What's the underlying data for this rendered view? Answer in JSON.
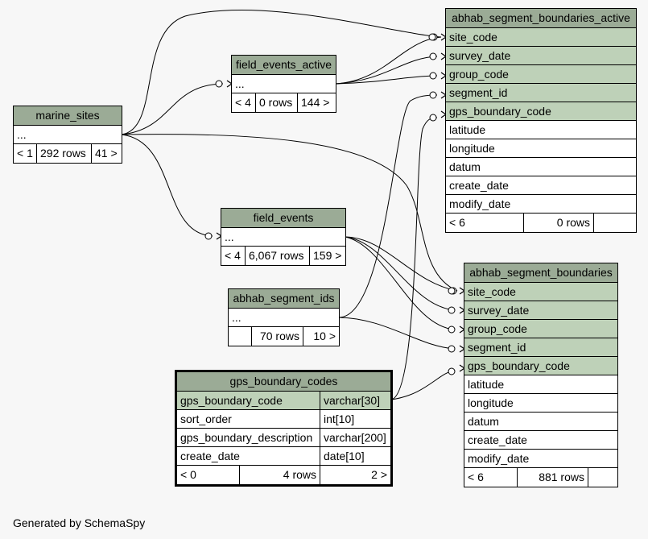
{
  "tables": {
    "marine_sites": {
      "name": "marine_sites",
      "columns": [
        "..."
      ],
      "footer": {
        "parents": "< 1",
        "rows": "292 rows",
        "children": "41 >"
      }
    },
    "field_events_active": {
      "name": "field_events_active",
      "columns": [
        "..."
      ],
      "footer": {
        "parents": "< 4",
        "rows": "0 rows",
        "children": "144 >"
      }
    },
    "field_events": {
      "name": "field_events",
      "columns": [
        "..."
      ],
      "footer": {
        "parents": "< 4",
        "rows": "6,067 rows",
        "children": "159 >"
      }
    },
    "abhab_segment_ids": {
      "name": "abhab_segment_ids",
      "columns": [
        "..."
      ],
      "footer": {
        "parents": "",
        "rows": "70 rows",
        "children": "10 >"
      }
    },
    "abhab_segment_boundaries_active": {
      "name": "abhab_segment_boundaries_active",
      "columns": [
        "site_code",
        "survey_date",
        "group_code",
        "segment_id",
        "gps_boundary_code",
        "latitude",
        "longitude",
        "datum",
        "create_date",
        "modify_date"
      ],
      "footer": {
        "parents": "< 6",
        "rows": "0 rows",
        "children": ""
      }
    },
    "abhab_segment_boundaries": {
      "name": "abhab_segment_boundaries",
      "columns": [
        "site_code",
        "survey_date",
        "group_code",
        "segment_id",
        "gps_boundary_code",
        "latitude",
        "longitude",
        "datum",
        "create_date",
        "modify_date"
      ],
      "footer": {
        "parents": "< 6",
        "rows": "881 rows",
        "children": ""
      }
    },
    "gps_boundary_codes": {
      "name": "gps_boundary_codes",
      "columns": [
        {
          "name": "gps_boundary_code",
          "type": "varchar[30]"
        },
        {
          "name": "sort_order",
          "type": "int[10]"
        },
        {
          "name": "gps_boundary_description",
          "type": "varchar[200]"
        },
        {
          "name": "create_date",
          "type": "date[10]"
        }
      ],
      "footer": {
        "parents": "< 0",
        "rows": "4 rows",
        "children": "2 >"
      }
    }
  },
  "colors": {
    "header": "#9bab96",
    "key_row": "#bed1b8",
    "background": "#f7f7f7"
  },
  "footer_text": "Generated by SchemaSpy"
}
